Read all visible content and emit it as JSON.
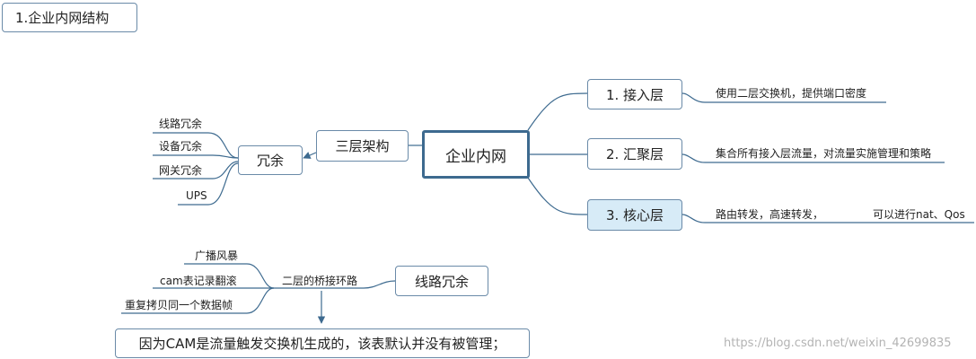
{
  "title": "1.企业内网结构",
  "root": "企业内网",
  "layers": [
    {
      "label": "1. 接入层",
      "note": "使用二层交换机，提供端口密度"
    },
    {
      "label": "2. 汇聚层",
      "note": "集合所有接入层流量，对流量实施管理和策略"
    },
    {
      "label": "3. 核心层",
      "note": "路由转发，高速转发，",
      "note2": "可以进行nat、Qos"
    }
  ],
  "three_layer": "三层架构",
  "redundancy": {
    "label": "冗余",
    "items": [
      "线路冗余",
      "设备冗余",
      "网关冗余",
      "UPS"
    ]
  },
  "line_redundancy": {
    "label": "线路冗余",
    "loop": "二层的桥接环路",
    "items": [
      "广播风暴",
      "cam表记录翻滚",
      "重复拷贝同一个数据帧"
    ],
    "reason": "因为CAM是流量触发交换机生成的，该表默认并没有被管理；"
  },
  "watermark": "https://blog.csdn.net/weixin_42699835",
  "colors": {
    "line": "#3d6a8f",
    "node_border": "#6a8aa8",
    "selected_fill": "#d7ebf7"
  }
}
